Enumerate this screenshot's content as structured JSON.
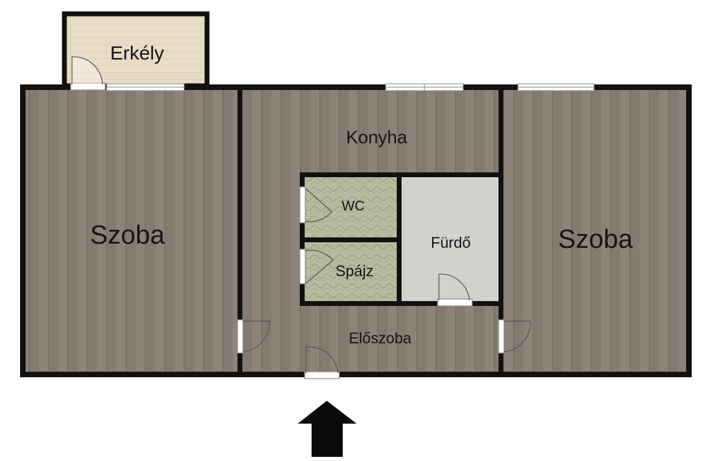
{
  "rooms": {
    "erkely": "Erkély",
    "szoba_left": "Szoba",
    "konyha": "Konyha",
    "wc": "WC",
    "spajz": "Spájz",
    "furdo": "Fürdő",
    "eloszoba": "Előszoba",
    "szoba_right": "Szoba"
  },
  "colors": {
    "wall": "#111111",
    "wood_light": "#8b7f74",
    "wood_dark": "#7a6f65",
    "balcony": "#e8dcc6",
    "tile_green": "#b9c0a4",
    "bath": "#d3d1ce",
    "door_frame": "#bfbfbf"
  },
  "icons": {
    "entrance": "entrance-arrow-icon"
  }
}
